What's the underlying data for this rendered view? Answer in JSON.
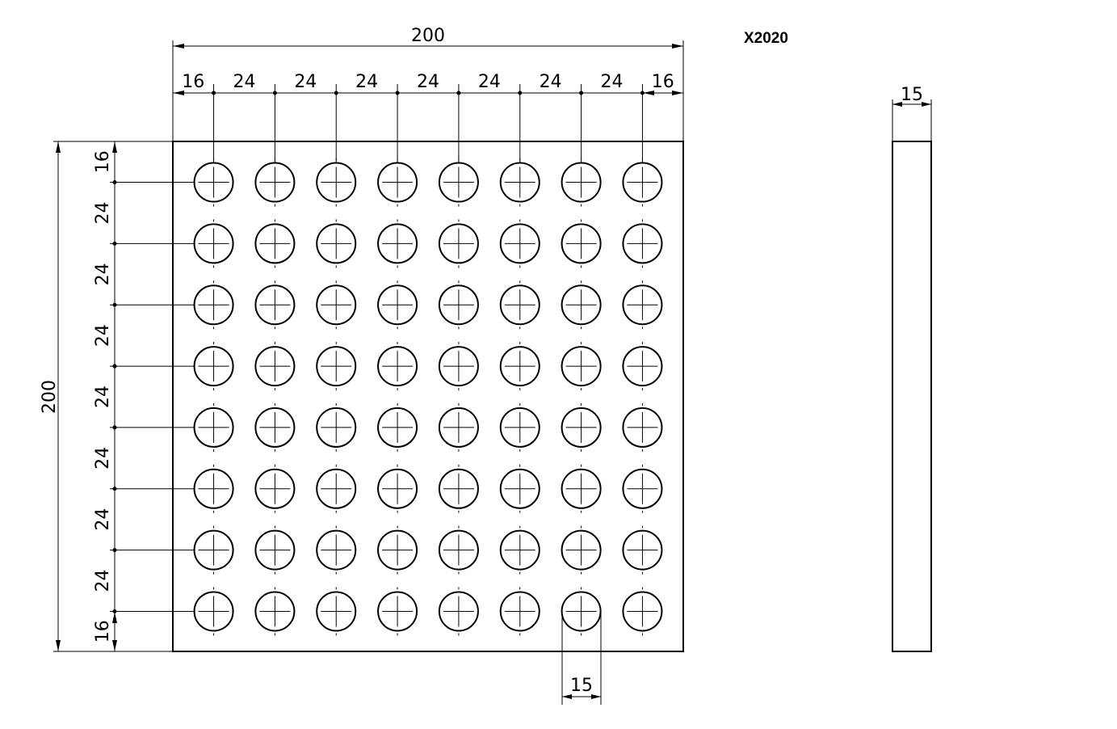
{
  "drawing": {
    "code": "X2020",
    "plate": {
      "width": "200",
      "height": "200",
      "thickness": "15",
      "hole_diameter": "15"
    },
    "horizontal_spacing": [
      "16",
      "24",
      "24",
      "24",
      "24",
      "24",
      "24",
      "24",
      "16"
    ],
    "vertical_spacing": [
      "16",
      "24",
      "24",
      "24",
      "24",
      "24",
      "24",
      "24",
      "16"
    ],
    "grid": {
      "rows": 8,
      "cols": 8
    }
  }
}
